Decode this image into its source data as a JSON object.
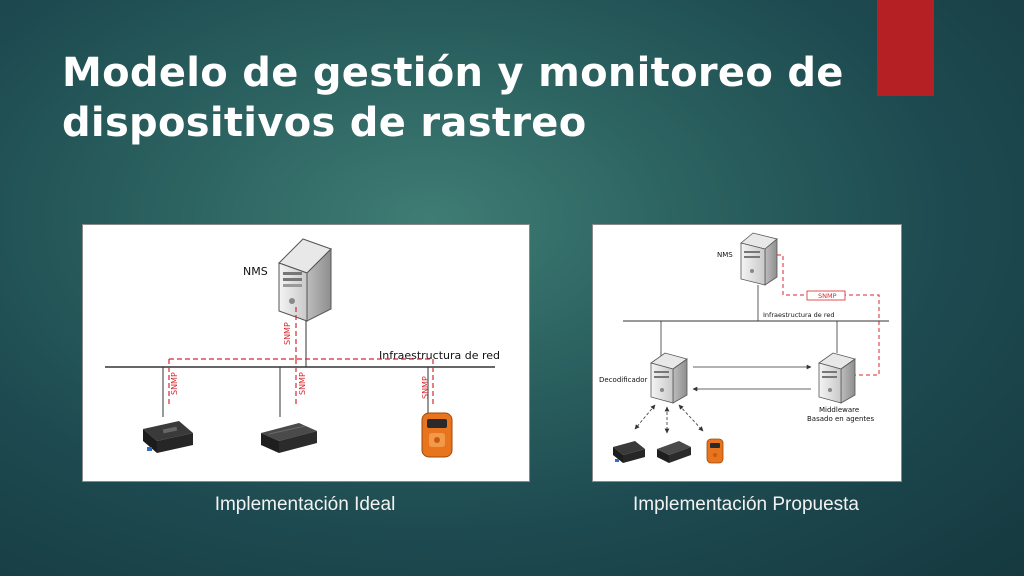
{
  "slide": {
    "title_line1": "Modelo de gestión y monitoreo de",
    "title_line2": "dispositivos de rastreo",
    "accent_color": "#b52025"
  },
  "ideal": {
    "caption": "Implementación Ideal",
    "nms_label": "NMS",
    "network_label": "Infraestructura de red",
    "snmp_label": "SNMP",
    "devices": [
      "gps-tracker-black",
      "gps-tracker-box",
      "gps-tracker-orange"
    ]
  },
  "propuesta": {
    "caption": "Implementación Propuesta",
    "nms_label": "NMS",
    "snmp_label": "SNMP",
    "network_label": "Infraestructura de red",
    "decoder_label": "Decodificador",
    "middleware_line1": "Middleware",
    "middleware_line2": "Basado en agentes",
    "devices": [
      "gps-tracker-black",
      "gps-tracker-box",
      "gps-tracker-orange"
    ]
  },
  "colors": {
    "snmp": "#d9272e",
    "line": "#333333"
  }
}
